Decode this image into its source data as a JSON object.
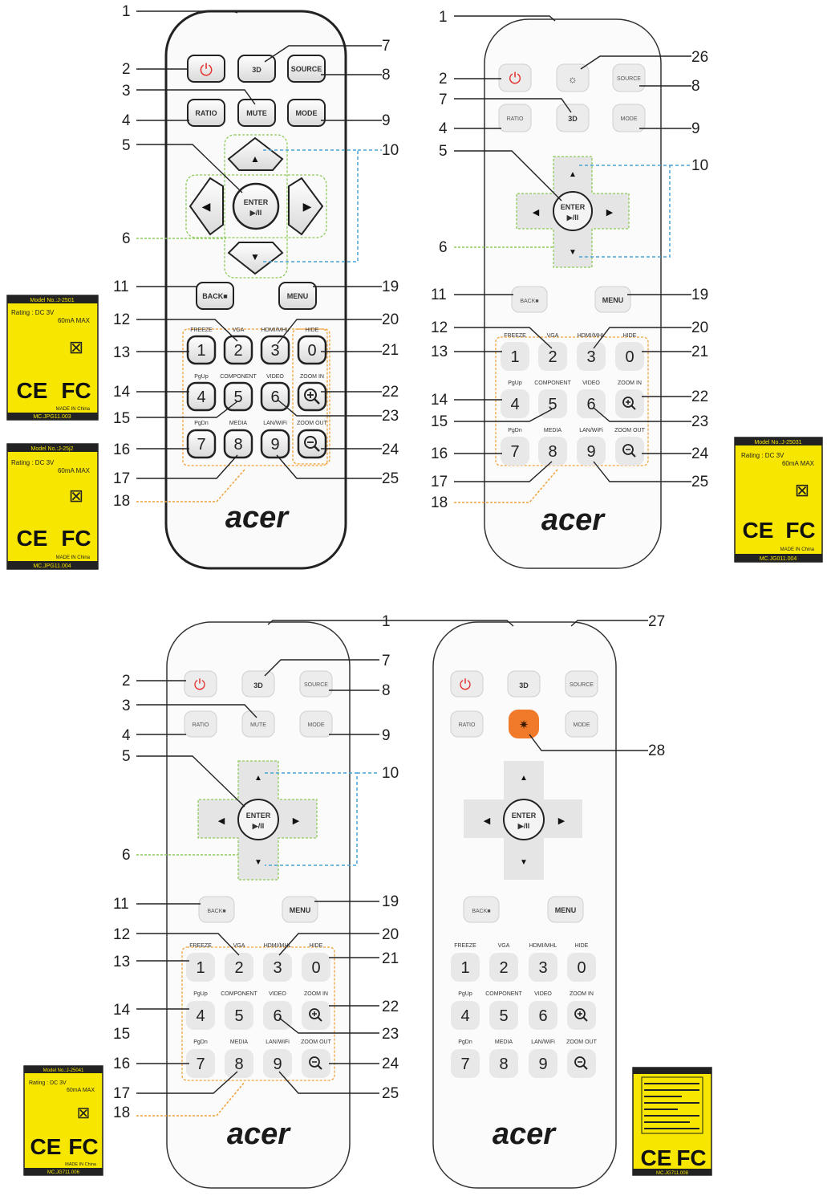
{
  "brand": "acer",
  "remotes": [
    {
      "style": "outlined",
      "buttons": {
        "power": "",
        "b3d": "3D",
        "source": "SOURCE",
        "ratio": "RATIO",
        "mute": "MUTE",
        "mode": "MODE",
        "enter": "ENTER",
        "play": "▶/II",
        "back": "BACK■",
        "menu": "MENU"
      },
      "keypad": [
        {
          "key": "1",
          "label": "FREEZE"
        },
        {
          "key": "2",
          "label": "VGA"
        },
        {
          "key": "3",
          "label": "HDMI/MHL"
        },
        {
          "key": "0",
          "label": "HIDE"
        },
        {
          "key": "4",
          "label": "PgUp"
        },
        {
          "key": "5",
          "label": "COMPONENT"
        },
        {
          "key": "6",
          "label": "VIDEO"
        },
        {
          "key": "zoom-in",
          "label": "ZOOM IN"
        },
        {
          "key": "7",
          "label": "PgDn"
        },
        {
          "key": "8",
          "label": "MEDIA"
        },
        {
          "key": "9",
          "label": "LAN/WiFi"
        },
        {
          "key": "zoom-out",
          "label": "ZOOM OUT"
        }
      ]
    }
  ],
  "callouts": [
    "1",
    "2",
    "3",
    "4",
    "5",
    "6",
    "7",
    "8",
    "9",
    "10",
    "11",
    "12",
    "13",
    "14",
    "15",
    "16",
    "17",
    "18",
    "19",
    "20",
    "21",
    "22",
    "23",
    "24",
    "25",
    "26",
    "27",
    "28"
  ],
  "labels": [
    {
      "model": "Model No.:J-2501",
      "rating": "Rating : DC 3V",
      "current": "60mA MAX",
      "made": "MADE IN China",
      "mc": "MC.JPG11.003"
    },
    {
      "model": "Model No.:J-25j2",
      "rating": "Rating : DC 3V",
      "current": "60mA MAX",
      "made": "MADE IN China",
      "mc": "MC.JPG11.004"
    },
    {
      "model": "Model No.:J-25031",
      "rating": "Rating : DC 3V",
      "current": "60mA MAX",
      "made": "MADE IN China",
      "mc": "MC.JG011.004"
    },
    {
      "model": "Model No.:J-25041",
      "rating": "Rating : DC 3V",
      "current": "60mA MAX",
      "made": "MADE IN China",
      "mc": "MC.JG711.006"
    },
    {
      "model": "",
      "rating": "",
      "current": "",
      "made": "",
      "mc": "MC.JG711.008"
    }
  ],
  "marks": {
    "ce": "CE",
    "fc": "FC"
  },
  "colors": {
    "yellow": "#f7e600",
    "power_red": "#e2312f",
    "laser_orange": "#f07a2a",
    "callout_line": "#222222",
    "dash_blue": "#4aa3d6",
    "dash_orange": "#f0a23a",
    "dash_green": "#8ecb5a"
  }
}
